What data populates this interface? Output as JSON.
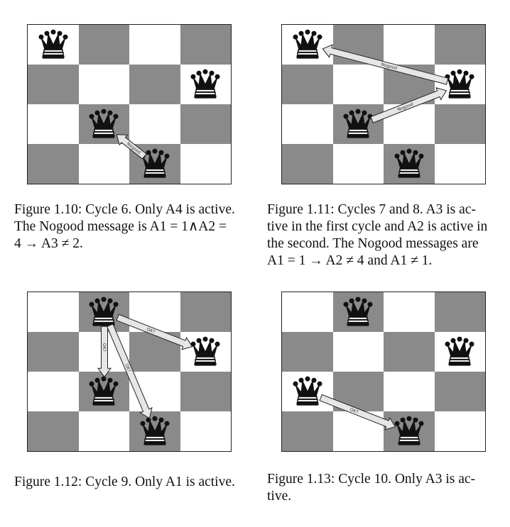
{
  "figures": [
    {
      "id": "fig-1-10",
      "caption": "Figure 1.10: Cycle 6. Only A4 is active. The Nogood message is A1 = 1∧A2 = 4 → A3 ≠ 2.",
      "caption_lines": [
        "Figure 1.10: Cycle 6. Only A4 is active.",
        "The Nogood message is A1 = 1∧A2 =",
        "4 → A3 ≠ 2."
      ],
      "queens": [
        {
          "label": "A1",
          "row": 0,
          "col": 0
        },
        {
          "label": "A2",
          "row": 1,
          "col": 3
        },
        {
          "label": "A3",
          "row": 2,
          "col": 1
        },
        {
          "label": "A4",
          "row": 3,
          "col": 2
        }
      ],
      "messages": [
        {
          "text": "Nogood",
          "from": "A4",
          "to": "A3"
        }
      ]
    },
    {
      "id": "fig-1-11",
      "caption": "Figure 1.11: Cycles 7 and 8. A3 is active in the first cycle and A2 is active in the second. The Nogood messages are A1 = 1 → A2 ≠ 4 and A1 ≠ 1.",
      "caption_lines": [
        "Figure 1.11: Cycles 7 and 8. A3 is ac-",
        "tive in the first cycle and A2 is active in",
        "the second. The Nogood messages are",
        "A1 = 1 → A2 ≠ 4 and A1 ≠ 1."
      ],
      "queens": [
        {
          "label": "A1",
          "row": 0,
          "col": 0
        },
        {
          "label": "A2",
          "row": 1,
          "col": 3
        },
        {
          "label": "A3",
          "row": 2,
          "col": 1
        },
        {
          "label": "A4",
          "row": 3,
          "col": 2
        }
      ],
      "messages": [
        {
          "text": "Nogood",
          "from": "A3",
          "to": "A2"
        },
        {
          "text": "Nogood",
          "from": "A2",
          "to": "A1"
        }
      ]
    },
    {
      "id": "fig-1-12",
      "caption": "Figure 1.12: Cycle 9. Only A1 is active.",
      "caption_lines": [
        "Figure 1.12: Cycle 9. Only A1 is active."
      ],
      "queens": [
        {
          "label": "A1",
          "row": 0,
          "col": 1
        },
        {
          "label": "A2",
          "row": 1,
          "col": 3
        },
        {
          "label": "A3",
          "row": 2,
          "col": 1
        },
        {
          "label": "A4",
          "row": 3,
          "col": 2
        }
      ],
      "messages": [
        {
          "text": "OK?",
          "from": "A1",
          "to": "A2"
        },
        {
          "text": "OK?",
          "from": "A1",
          "to": "A3"
        },
        {
          "text": "OK?",
          "from": "A1",
          "to": "A4"
        }
      ]
    },
    {
      "id": "fig-1-13",
      "caption": "Figure 1.13: Cycle 10. Only A3 is active.",
      "caption_lines": [
        "Figure 1.13: Cycle 10. Only A3 is ac-",
        "tive."
      ],
      "queens": [
        {
          "label": "A1",
          "row": 0,
          "col": 1
        },
        {
          "label": "A2",
          "row": 1,
          "col": 3
        },
        {
          "label": "A3",
          "row": 2,
          "col": 0
        },
        {
          "label": "A4",
          "row": 3,
          "col": 2
        }
      ],
      "messages": [
        {
          "text": "OK?",
          "from": "A3",
          "to": "A4"
        }
      ]
    }
  ],
  "colors": {
    "dark_square": "#8a8a8a",
    "light_square": "#ffffff",
    "arrow_fill": "#e6e6e6"
  }
}
